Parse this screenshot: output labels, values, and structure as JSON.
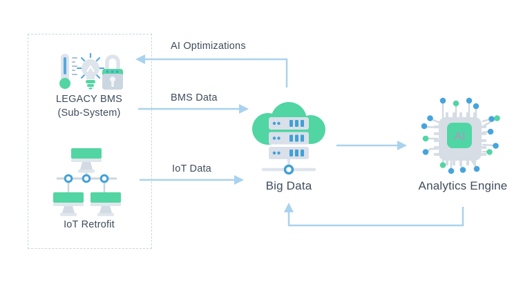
{
  "colors": {
    "green": "#52d5a2",
    "accent_blue": "#4aa3dc",
    "icon_gray": "#d9e0e9",
    "icon_gray_dark": "#ccd6e0",
    "arrow_blue": "#a9d2ee",
    "text": "#3e4c5c",
    "dashed_border": "#c7d4de"
  },
  "group": {
    "legacy_bms": {
      "label_line1": "LEGACY BMS",
      "label_line2": "(Sub-System)"
    },
    "iot_retrofit": {
      "label": "IoT Retrofit"
    }
  },
  "nodes": {
    "big_data": {
      "label": "Big Data"
    },
    "analytics_engine": {
      "label": "Analytics Engine",
      "chip_text": "AI"
    }
  },
  "flows": {
    "ai_optimizations": {
      "label": "AI Optimizations",
      "from": "Big Data",
      "to": "LEGACY BMS (Sub-System)"
    },
    "bms_data": {
      "label": "BMS Data",
      "from": "LEGACY BMS (Sub-System)",
      "to": "Big Data"
    },
    "iot_data": {
      "label": "IoT Data",
      "from": "IoT Retrofit",
      "to": "Big Data"
    },
    "big_data_to_analytics": {
      "from": "Big Data",
      "to": "Analytics Engine"
    },
    "analytics_to_big_data": {
      "from": "Analytics Engine",
      "to": "Big Data"
    }
  }
}
